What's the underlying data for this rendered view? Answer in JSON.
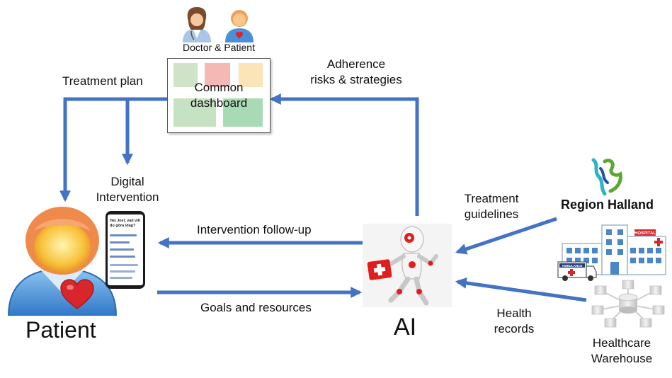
{
  "labels": {
    "doctor_patient": "Doctor & Patient",
    "dashboard_line1": "Common",
    "dashboard_line2": "dashboard",
    "treatment_plan": "Treatment plan",
    "adherence_line1": "Adherence",
    "adherence_line2": "risks & strategies",
    "digital_line1": "Digital",
    "digital_line2": "Intervention",
    "intervention_followup": "Intervention follow-up",
    "goals_resources": "Goals and resources",
    "patient": "Patient",
    "ai": "AI",
    "treatment_guidelines_line1": "Treatment",
    "treatment_guidelines_line2": "guidelines",
    "health_records_line1": "Health",
    "health_records_line2": "records",
    "region_halland": "Region Halland",
    "healthcare_line1": "Healthcare",
    "healthcare_line2": "Warehouse",
    "hospital_sign": "HOSPITAL",
    "ambulance_sign": "AMBULANCE"
  },
  "phone_screen": {
    "heading": "Hej Joel, vad vill du göra idag?"
  },
  "colors": {
    "arrow": "#4472c4",
    "dashboard_tiles": [
      "#cfe3c8",
      "#f4b8b5",
      "#fbe5b8",
      "#c7e2c2",
      "#a9dab6"
    ],
    "patient_head": "#f0a05a",
    "patient_body": "#4a90d9",
    "heart": "#d9262b"
  },
  "icons": [
    "doctor-icon",
    "patient-avatar-icon",
    "patient-figure-icon",
    "heart-icon",
    "smartphone-icon",
    "robot-icon",
    "first-aid-kit-icon",
    "region-halland-logo-icon",
    "hospital-icon",
    "ambulance-icon",
    "data-warehouse-icon"
  ]
}
